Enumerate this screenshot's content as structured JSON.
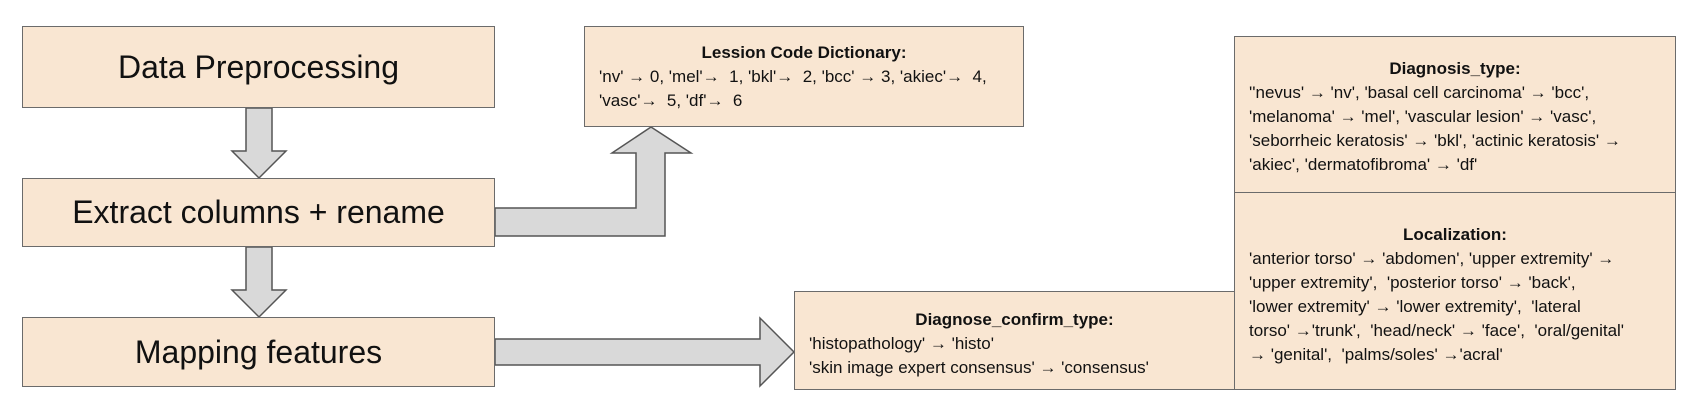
{
  "steps": {
    "preprocessing": "Data Preprocessing",
    "extract": "Extract columns + rename",
    "mapping": "Mapping features"
  },
  "lesion_code": {
    "title": "Lession Code Dictionary:",
    "lines": [
      "'nv' → 0, 'mel'→  1, 'bkl'→  2, 'bcc' → 3, 'akiec'→  4,",
      "'vasc'→  5, 'df'→  6"
    ]
  },
  "diagnosis_type": {
    "title": "Diagnosis_type:",
    "lines": [
      "''nevus' → 'nv', 'basal cell carcinoma' → 'bcc',",
      "'melanoma' → 'mel', 'vascular lesion' → 'vasc',",
      "'seborrheic keratosis' → 'bkl', 'actinic keratosis' →",
      "'akiec', 'dermatofibroma' → 'df'"
    ]
  },
  "localization": {
    "title": "Localization:",
    "lines": [
      "'anterior torso' → 'abdomen', 'upper extremity' →",
      "'upper extremity',  'posterior torso' → 'back',",
      "'lower extremity' → 'lower extremity',  'lateral",
      "torso' →'trunk',  'head/neck' → 'face',  'oral/genital'",
      "→ 'genital',  'palms/soles' →'acral'"
    ]
  },
  "diagnose_confirm": {
    "title": "Diagnose_confirm_type:",
    "lines": [
      "'histopathology' → 'histo'",
      "'skin image expert consensus' → 'consensus'"
    ]
  }
}
